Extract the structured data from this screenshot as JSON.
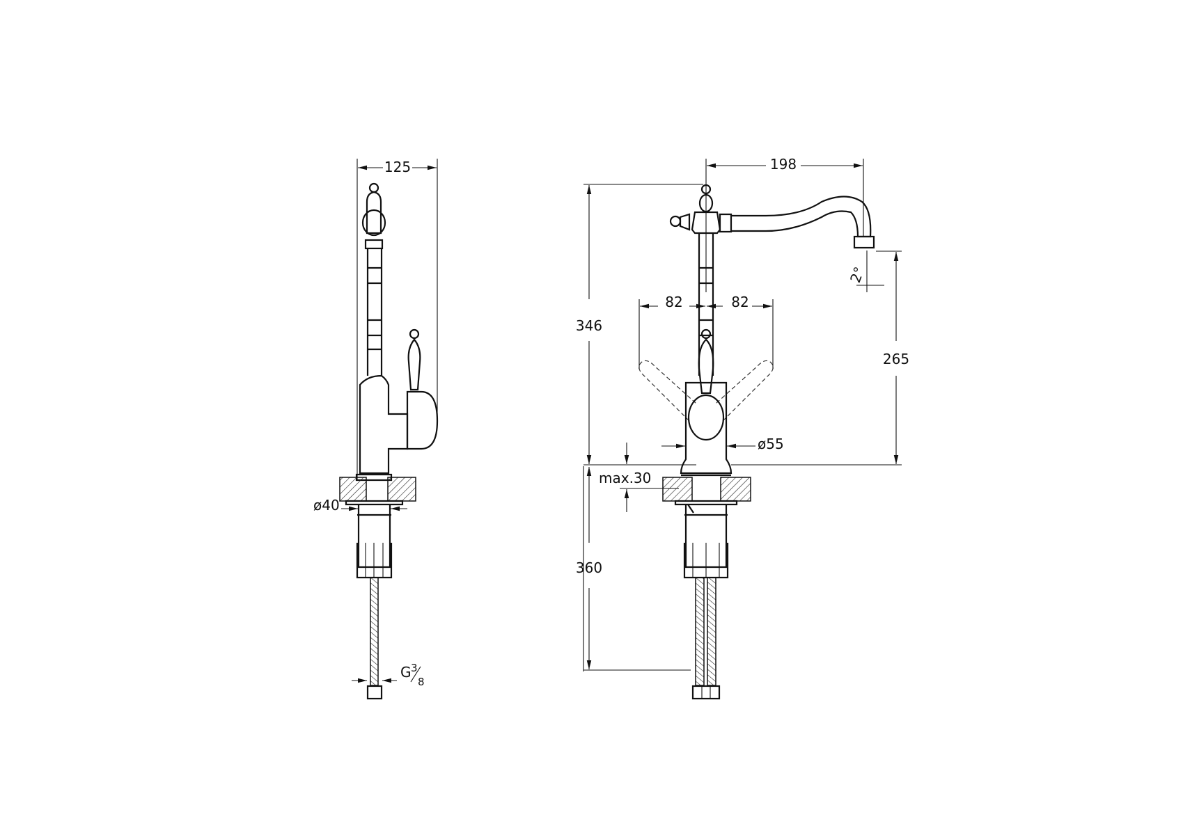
{
  "drawing": {
    "side_view": {
      "width_label": "125",
      "base_diameter_label": "ø40",
      "thread_label_main": "G",
      "thread_label_num": "3",
      "thread_label_den": "8"
    },
    "front_view": {
      "spout_reach_label": "198",
      "total_height_label": "346",
      "handle_left_label": "82",
      "handle_right_label": "82",
      "spout_angle_label": "2°",
      "spout_height_label": "265",
      "body_diameter_label": "ø55",
      "deck_thickness_label": "max.30",
      "hose_length_label": "360"
    }
  }
}
